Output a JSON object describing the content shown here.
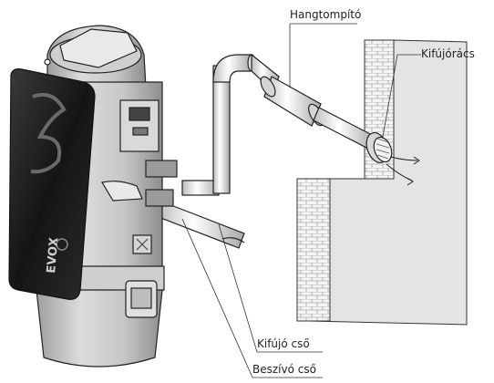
{
  "labels": {
    "silencer": "Hangtompító",
    "outlet_grille": "Kifújórács",
    "exhaust_pipe": "Kifújó cső",
    "intake_pipe": "Beszívó cső"
  },
  "device": {
    "brand_text": "EVOX"
  },
  "colors": {
    "line": "#222222",
    "wall_fill": "#e6e6e6",
    "panel_dark": "#1e1e1e",
    "body_gray": "#bdbdbd"
  }
}
